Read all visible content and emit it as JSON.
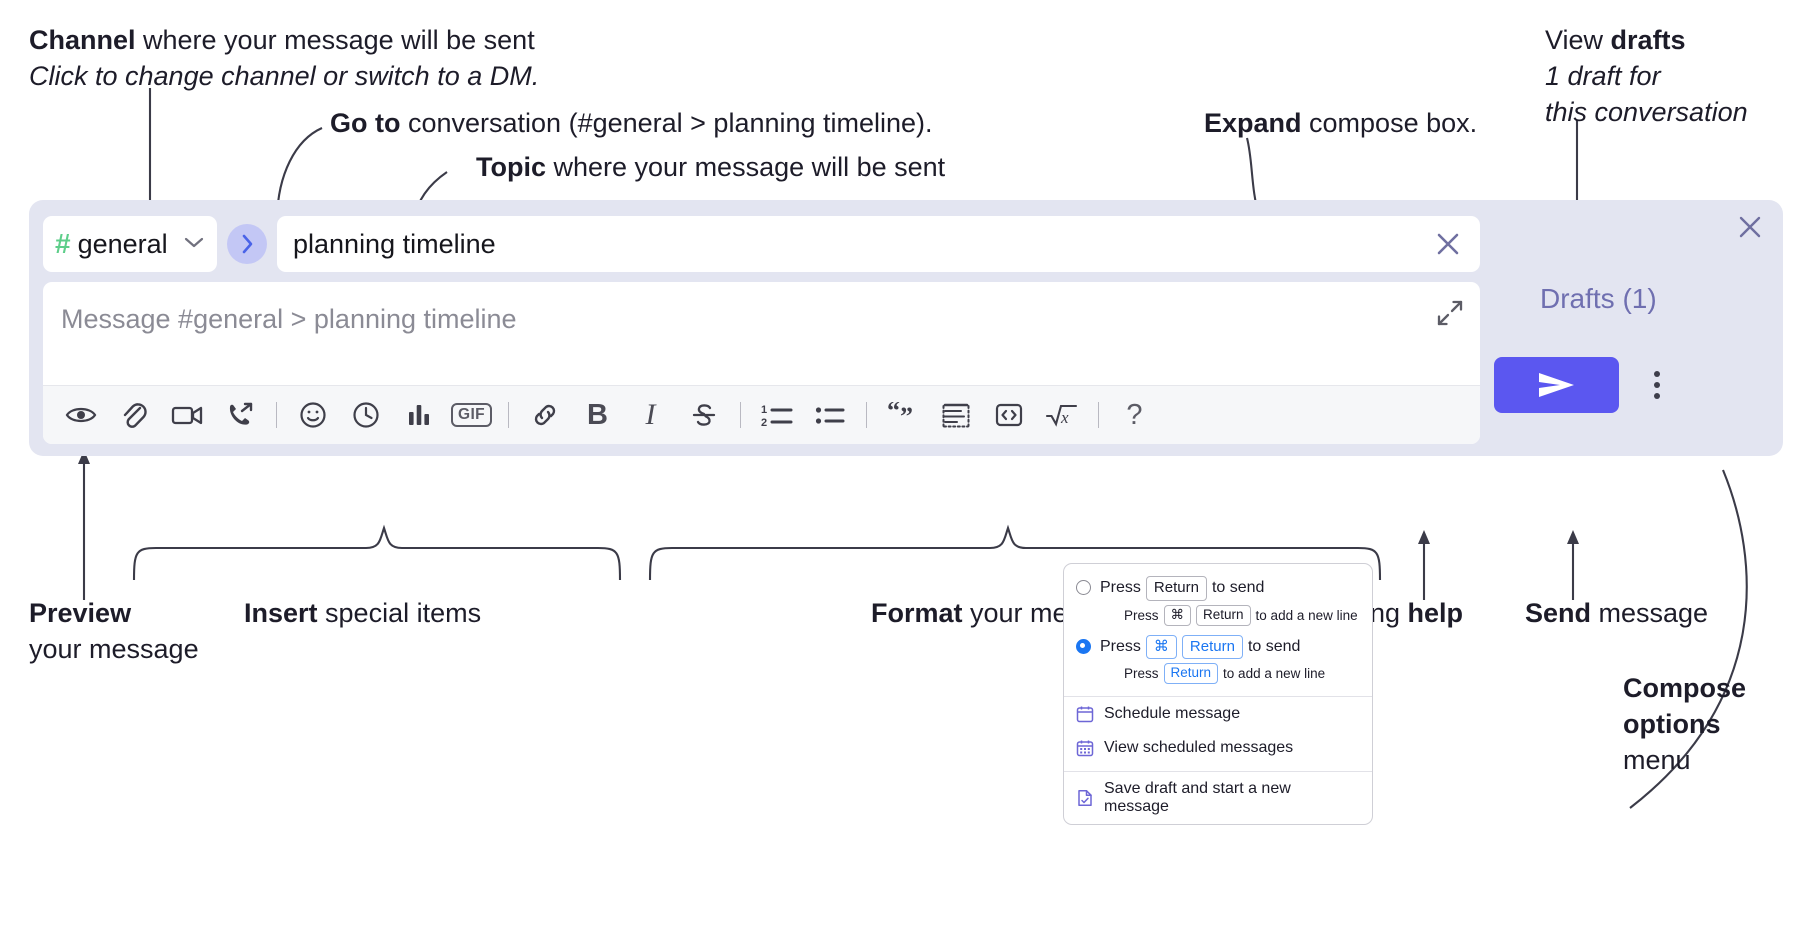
{
  "annotations": {
    "channel": {
      "bold": "Channel",
      "rest": " where your message will be sent",
      "italic": "Click to change channel or switch to a DM."
    },
    "goto": {
      "bold": "Go to",
      "rest": " conversation (#general > planning timeline)."
    },
    "topic": {
      "bold": "Topic",
      "rest": " where your message will be sent"
    },
    "expand": {
      "bold": "Expand",
      "rest": " compose box."
    },
    "drafts": {
      "rest": "View ",
      "bold": "drafts",
      "italic1": "1 draft for",
      "italic2": "this conversation"
    },
    "preview": {
      "bold": "Preview",
      "line2": "your message"
    },
    "insert": {
      "bold": "Insert",
      "rest": " special items"
    },
    "format": {
      "bold": "Format",
      "rest": " your message"
    },
    "formatting_help": {
      "rest": "Formatting ",
      "bold": "help"
    },
    "send": {
      "bold": "Send",
      "rest": " message"
    },
    "compose_options": {
      "bold1": "Compose",
      "bold2": "options",
      "rest": "menu"
    }
  },
  "compose": {
    "channel": {
      "hash": "#",
      "name": "general",
      "chevron": "chevron-down-icon"
    },
    "goto_label": "go-to-conversation",
    "topic": {
      "value": "planning timeline",
      "clear": "clear-topic"
    },
    "message": {
      "placeholder": "Message #general > planning timeline"
    },
    "drafts_link": "Drafts (1)",
    "send_label": "send-message",
    "close_label": "close-compose",
    "toolbar": [
      {
        "name": "preview-icon",
        "type": "icon",
        "label": "eye"
      },
      {
        "name": "attachment-icon",
        "type": "icon",
        "label": "paperclip"
      },
      {
        "name": "video-icon",
        "type": "icon",
        "label": "video-camera"
      },
      {
        "name": "huddle-icon",
        "type": "icon",
        "label": "phone-arrow"
      },
      {
        "name": "separator-1",
        "type": "sep",
        "label": ""
      },
      {
        "name": "emoji-icon",
        "type": "icon",
        "label": "smiley"
      },
      {
        "name": "reminder-icon",
        "type": "icon",
        "label": "clock"
      },
      {
        "name": "poll-icon",
        "type": "icon",
        "label": "bar-chart"
      },
      {
        "name": "gif-icon",
        "type": "gif",
        "label": "GIF"
      },
      {
        "name": "separator-2",
        "type": "sep",
        "label": ""
      },
      {
        "name": "link-icon",
        "type": "icon",
        "label": "chain-link"
      },
      {
        "name": "bold-icon",
        "type": "text",
        "label": "B"
      },
      {
        "name": "italic-icon",
        "type": "ital",
        "label": "I"
      },
      {
        "name": "strikethrough-icon",
        "type": "icon",
        "label": "strikethrough"
      },
      {
        "name": "separator-3",
        "type": "sep",
        "label": ""
      },
      {
        "name": "ordered-list-icon",
        "type": "icon",
        "label": "numbered-list"
      },
      {
        "name": "bulleted-list-icon",
        "type": "icon",
        "label": "bullet-list"
      },
      {
        "name": "separator-4",
        "type": "sep",
        "label": ""
      },
      {
        "name": "blockquote-icon",
        "type": "icon",
        "label": "quote"
      },
      {
        "name": "code-block-icon",
        "type": "icon",
        "label": "code-block"
      },
      {
        "name": "inline-code-icon",
        "type": "icon",
        "label": "code-brackets"
      },
      {
        "name": "math-icon",
        "type": "icon",
        "label": "square-root-x"
      },
      {
        "name": "separator-5",
        "type": "sep",
        "label": ""
      },
      {
        "name": "formatting-help-icon",
        "type": "q",
        "label": "?"
      }
    ]
  },
  "menu": {
    "options": [
      {
        "selected": false,
        "main": [
          {
            "t": "Press"
          },
          {
            "k": "Return"
          },
          {
            "t": "to send"
          }
        ],
        "sub": [
          {
            "t": "Press"
          },
          {
            "k": "⌘"
          },
          {
            "k": "Return"
          },
          {
            "t": "to add a new line"
          }
        ]
      },
      {
        "selected": true,
        "main": [
          {
            "t": "Press"
          },
          {
            "kb": "⌘"
          },
          {
            "kb": "Return"
          },
          {
            "t": "to send"
          }
        ],
        "sub": [
          {
            "t": "Press"
          },
          {
            "kb": "Return"
          },
          {
            "t": "to add a new line"
          }
        ]
      }
    ],
    "items": [
      {
        "icon": "calendar-icon",
        "label": "Schedule message"
      },
      {
        "icon": "calendar-grid-icon",
        "label": "View scheduled messages"
      },
      {
        "icon": "save-draft-icon",
        "label": "Save draft and start a new message",
        "divider": true
      }
    ]
  },
  "colors": {
    "panel_bg": "#e3e5f1",
    "send_purple": "#5b57f0",
    "hash_green": "#5ece8a",
    "goto_blue": "#4a63e8",
    "drafts_text": "#6f6fb0",
    "radio_blue": "#1a76f2",
    "menu_icon": "#6d66d6"
  }
}
